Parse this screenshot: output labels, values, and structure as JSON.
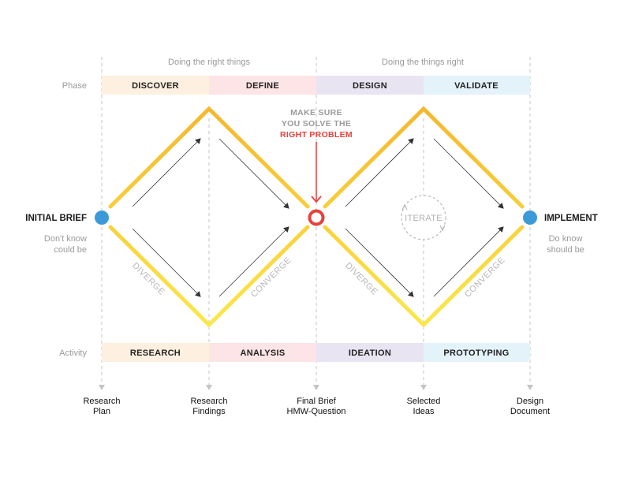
{
  "headers": {
    "left": "Doing the right things",
    "right": "Doing the things right"
  },
  "row_labels": {
    "phase": "Phase",
    "activity": "Activity"
  },
  "phases": [
    {
      "label": "DISCOVER",
      "color": "#fdf0e0"
    },
    {
      "label": "DEFINE",
      "color": "#fde4e6"
    },
    {
      "label": "DESIGN",
      "color": "#e9e4f2"
    },
    {
      "label": "VALIDATE",
      "color": "#e4f2fa"
    }
  ],
  "activities": [
    {
      "label": "RESEARCH",
      "color": "#fdf0e0"
    },
    {
      "label": "ANALYSIS",
      "color": "#fde4e6"
    },
    {
      "label": "IDEATION",
      "color": "#e9e4f2"
    },
    {
      "label": "PROTOTYPING",
      "color": "#e4f2fa"
    }
  ],
  "start": {
    "title": "INITIAL BRIEF",
    "sub1": "Don't know",
    "sub2": "could be"
  },
  "end": {
    "title": "IMPLEMENT",
    "sub1": "Do know",
    "sub2": "should be"
  },
  "callout": {
    "line1": "MAKE SURE",
    "line2": "YOU SOLVE THE",
    "line3": "RIGHT PROBLEM"
  },
  "diamond_words": {
    "diverge_1": "DIVERGE",
    "converge_1": "CONVERGE",
    "diverge_2": "DIVERGE",
    "converge_2": "CONVERGE"
  },
  "iterate": "ITERATE",
  "outputs": [
    {
      "line1": "Research",
      "line2": "Plan"
    },
    {
      "line1": "Research",
      "line2": "Findings"
    },
    {
      "line1": "Final Brief",
      "line2": "HMW-Question"
    },
    {
      "line1": "Selected",
      "line2": "Ideas"
    },
    {
      "line1": "Design",
      "line2": "Document"
    }
  ],
  "colors": {
    "gradient_top": "#f5b82e",
    "gradient_bottom": "#fbe84a",
    "start_end_dot": "#3d9ad9",
    "center_dot": "#e8403c",
    "guide": "#c4c4c4"
  },
  "icons": {
    "start_dot": "circle-dot",
    "end_dot": "circle-dot",
    "center_marker": "ring-target",
    "iterate": "cycle-arrows"
  }
}
